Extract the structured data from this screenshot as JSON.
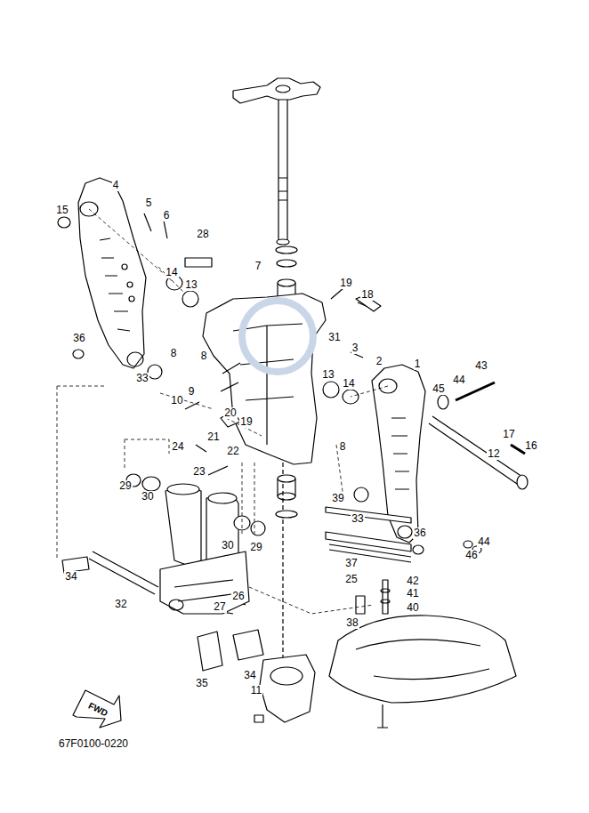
{
  "diagram": {
    "labels": [
      "4",
      "15",
      "5",
      "6",
      "28",
      "7",
      "14",
      "13",
      "19",
      "18",
      "36",
      "8",
      "8",
      "3",
      "31",
      "2",
      "1",
      "43",
      "13",
      "14",
      "33",
      "44",
      "45",
      "9",
      "10",
      "20",
      "19",
      "17",
      "21",
      "24",
      "8",
      "16",
      "22",
      "12",
      "23",
      "29",
      "30",
      "39",
      "33",
      "36",
      "44",
      "30",
      "29",
      "46",
      "37",
      "34",
      "25",
      "42",
      "41",
      "26",
      "32",
      "27",
      "40",
      "38",
      "35",
      "34",
      "11",
      "FWD",
      "67F0100-0220"
    ]
  }
}
